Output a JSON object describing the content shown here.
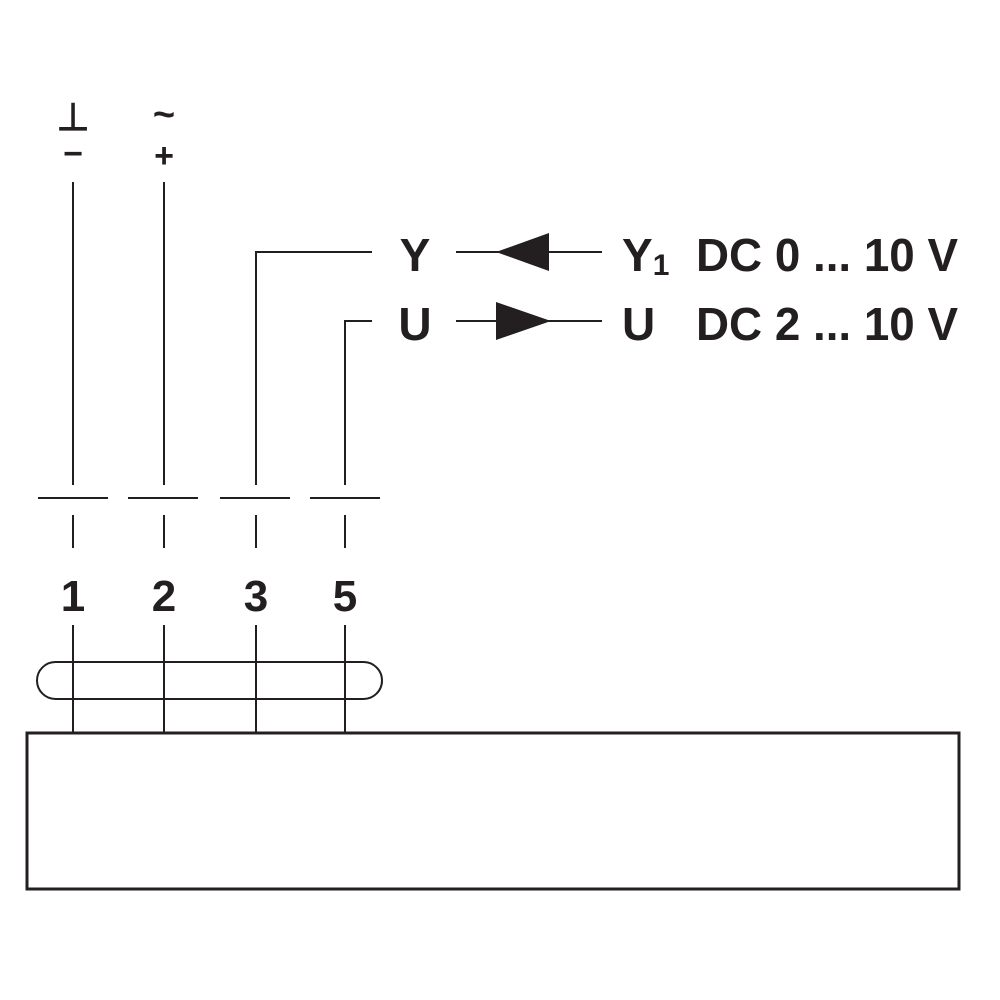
{
  "supply": {
    "ground_symbol": "⊥",
    "ac_symbol": "~",
    "minus_label": "−",
    "plus_label": "+"
  },
  "terminals": [
    {
      "number": "1"
    },
    {
      "number": "2"
    },
    {
      "number": "3"
    },
    {
      "number": "5"
    }
  ],
  "signals": {
    "y": {
      "label": "Y",
      "target": "Y",
      "target_sub": "1",
      "range": "DC 0 ... 10 V",
      "direction": "in"
    },
    "u": {
      "label": "U",
      "target": "U",
      "range": "DC 2 ... 10 V",
      "direction": "out"
    }
  },
  "colors": {
    "line": "#231f20",
    "background": "#ffffff"
  }
}
